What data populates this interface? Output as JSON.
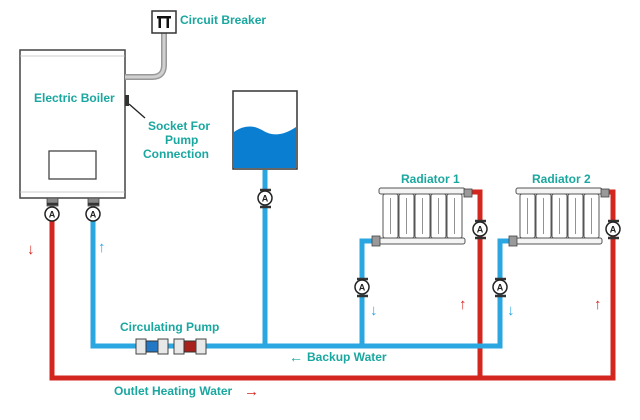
{
  "labels": {
    "circuit_breaker": "Circuit Breaker",
    "electric_boiler": "Electric Boiler",
    "socket_line1": "Socket For",
    "socket_line2": "Pump",
    "socket_line3": "Connection",
    "radiator_1": "Radiator 1",
    "radiator_2": "Radiator 2",
    "circulating_pump": "Circulating Pump",
    "backup_water": "Backup Water",
    "outlet_heating_water": "Outlet Heating Water",
    "gauge_letter": "A"
  },
  "arrows": {
    "down": "↓",
    "up": "↑",
    "left": "←",
    "right": "→"
  },
  "colors": {
    "hot_pipe": "#d3261f",
    "cold_pipe": "#2aa6e0",
    "label_teal": "#1aa7a0",
    "water": "#0a7fd1"
  }
}
